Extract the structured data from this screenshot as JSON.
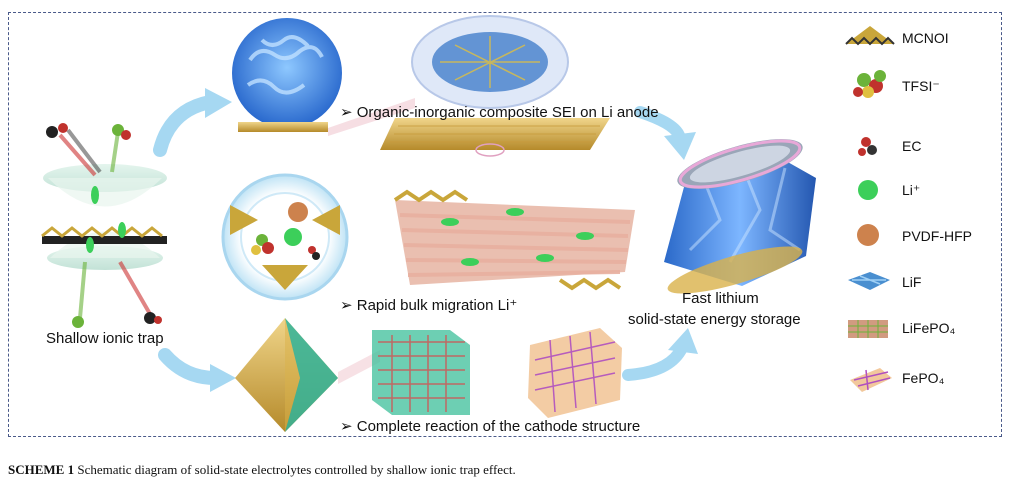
{
  "diagram": {
    "center_left_label": "Shallow ionic trap",
    "branch_top_label": "Organic-inorganic composite SEI on Li anode",
    "branch_mid_label": "Rapid bulk migration Li⁺",
    "branch_bottom_label": "Complete reaction of the cathode structure",
    "result_label_line1": "Fast lithium",
    "result_label_line2": "solid-state energy storage",
    "bullet": "➢"
  },
  "legend": {
    "items": [
      {
        "label": "MCNOI",
        "icon": "mcnoi-icon",
        "color": "#c9a63a"
      },
      {
        "label": "TFSI⁻",
        "icon": "tfsi-icon",
        "color": "#6bb33a"
      },
      {
        "label": "EC",
        "icon": "ec-icon",
        "color": "#c0322d"
      },
      {
        "label": "Li⁺",
        "icon": "li-ion-icon",
        "color": "#3ccf5a"
      },
      {
        "label": "PVDF-HFP",
        "icon": "pvdf-hfp-icon",
        "color": "#c8743a"
      },
      {
        "label": "LiF",
        "icon": "lif-icon",
        "color": "#4a8fd0"
      },
      {
        "label": "LiFePO₄",
        "icon": "lifepo4-icon",
        "color": "#c98a6a"
      },
      {
        "label": "FePO₄",
        "icon": "fepo4-icon",
        "color": "#c070c8"
      }
    ]
  },
  "caption": {
    "label": "SCHEME 1",
    "text": "Schematic diagram of solid-state electrolytes controlled by shallow ionic trap effect."
  },
  "colors": {
    "arrow": "#a6d8f2",
    "sei_blue": "#2f7fe0",
    "gold": "#d9b24a"
  }
}
